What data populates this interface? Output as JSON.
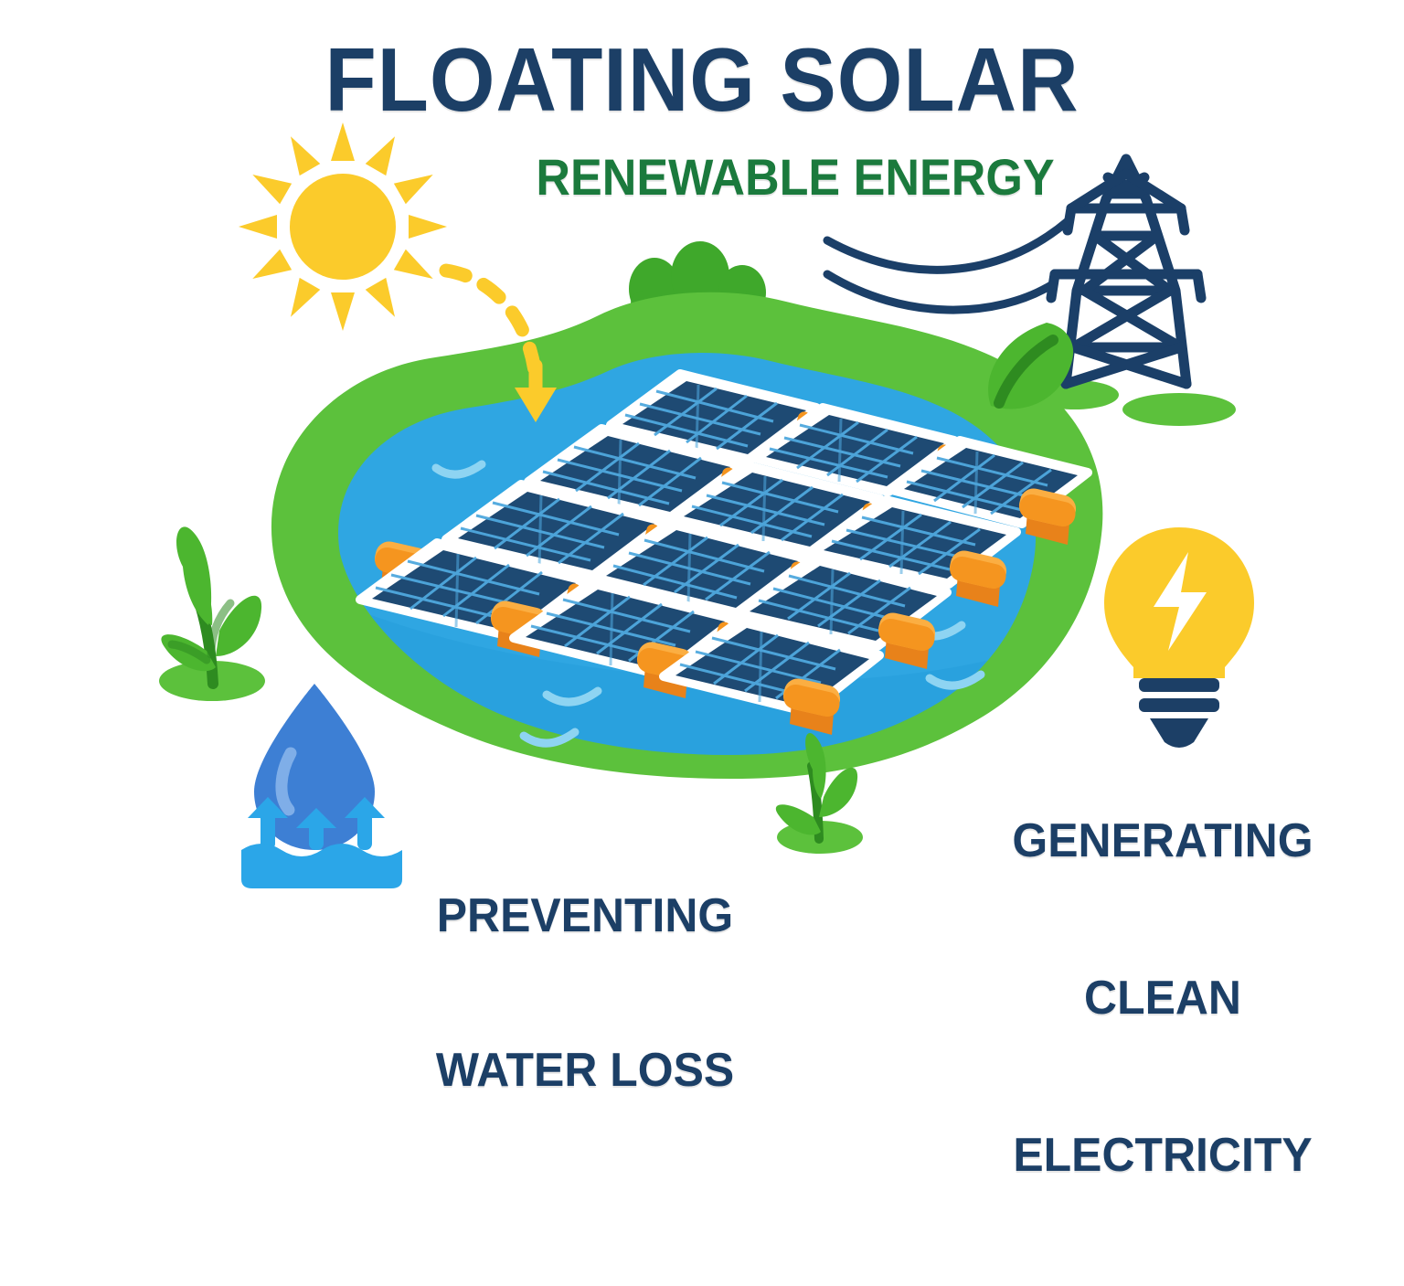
{
  "poster": {
    "title": "FLOATING SOLAR",
    "subtitle": "RENEWABLE ENERGY",
    "background_color": "#FFFFFF"
  },
  "labels": {
    "water_loss": {
      "line1": "PREVENTING",
      "line2": "WATER LOSS"
    },
    "electricity": {
      "line1": "GENERATING",
      "line2": "CLEAN",
      "line3": "ELECTRICITY"
    }
  },
  "colors": {
    "navy": "#1C3F66",
    "navy_dark": "#1B3F68",
    "green_text": "#1B7A3D",
    "grass_green": "#5CC13C",
    "grass_green_dark": "#3FA82B",
    "leaf_green": "#4CB62F",
    "leaf_vein": "#2E8B20",
    "water_blue": "#2FA6E2",
    "water_blue_dark": "#1C93D4",
    "wave_light": "#8ED4F2",
    "panel_navy": "#1E4A73",
    "panel_grid": "#4FA8DE",
    "panel_frame": "#FFFFFF",
    "float_orange": "#F5951F",
    "float_orange_light": "#FBAE42",
    "sun_yellow": "#FBCB2B",
    "bulb_yellow": "#FBCB2B",
    "drop_blue": "#3D7FD4",
    "drop_highlight": "#7FAEE8",
    "arrow_blue": "#2BA6E8"
  },
  "icons": {
    "sun": "sun-icon",
    "sun_ray_count": 12,
    "sunlight_arrow": "dashed-curved-arrow-icon",
    "pylon": "transmission-tower-icon",
    "power_lines": 2,
    "leaf_right": "leaf-icon",
    "bush_top": "bush-icon",
    "plant_left": "sprout-icon",
    "plant_bottom": "sprout-icon",
    "grass_patch_pylon": "grass-patch-icon",
    "water_drop": "water-drop-icon",
    "evaporation_arrows": 3,
    "water_surface": "wavy-water-icon",
    "light_bulb": "light-bulb-icon",
    "bolt": "lightning-bolt-icon"
  },
  "scene": {
    "pond_waves": 4,
    "solar_array": {
      "rows": 4,
      "columns": 4,
      "panel_cell_columns": 3,
      "panel_cell_rows": 4,
      "float_count": 12,
      "connector_tab_count": 12,
      "projection": "isometric"
    }
  }
}
